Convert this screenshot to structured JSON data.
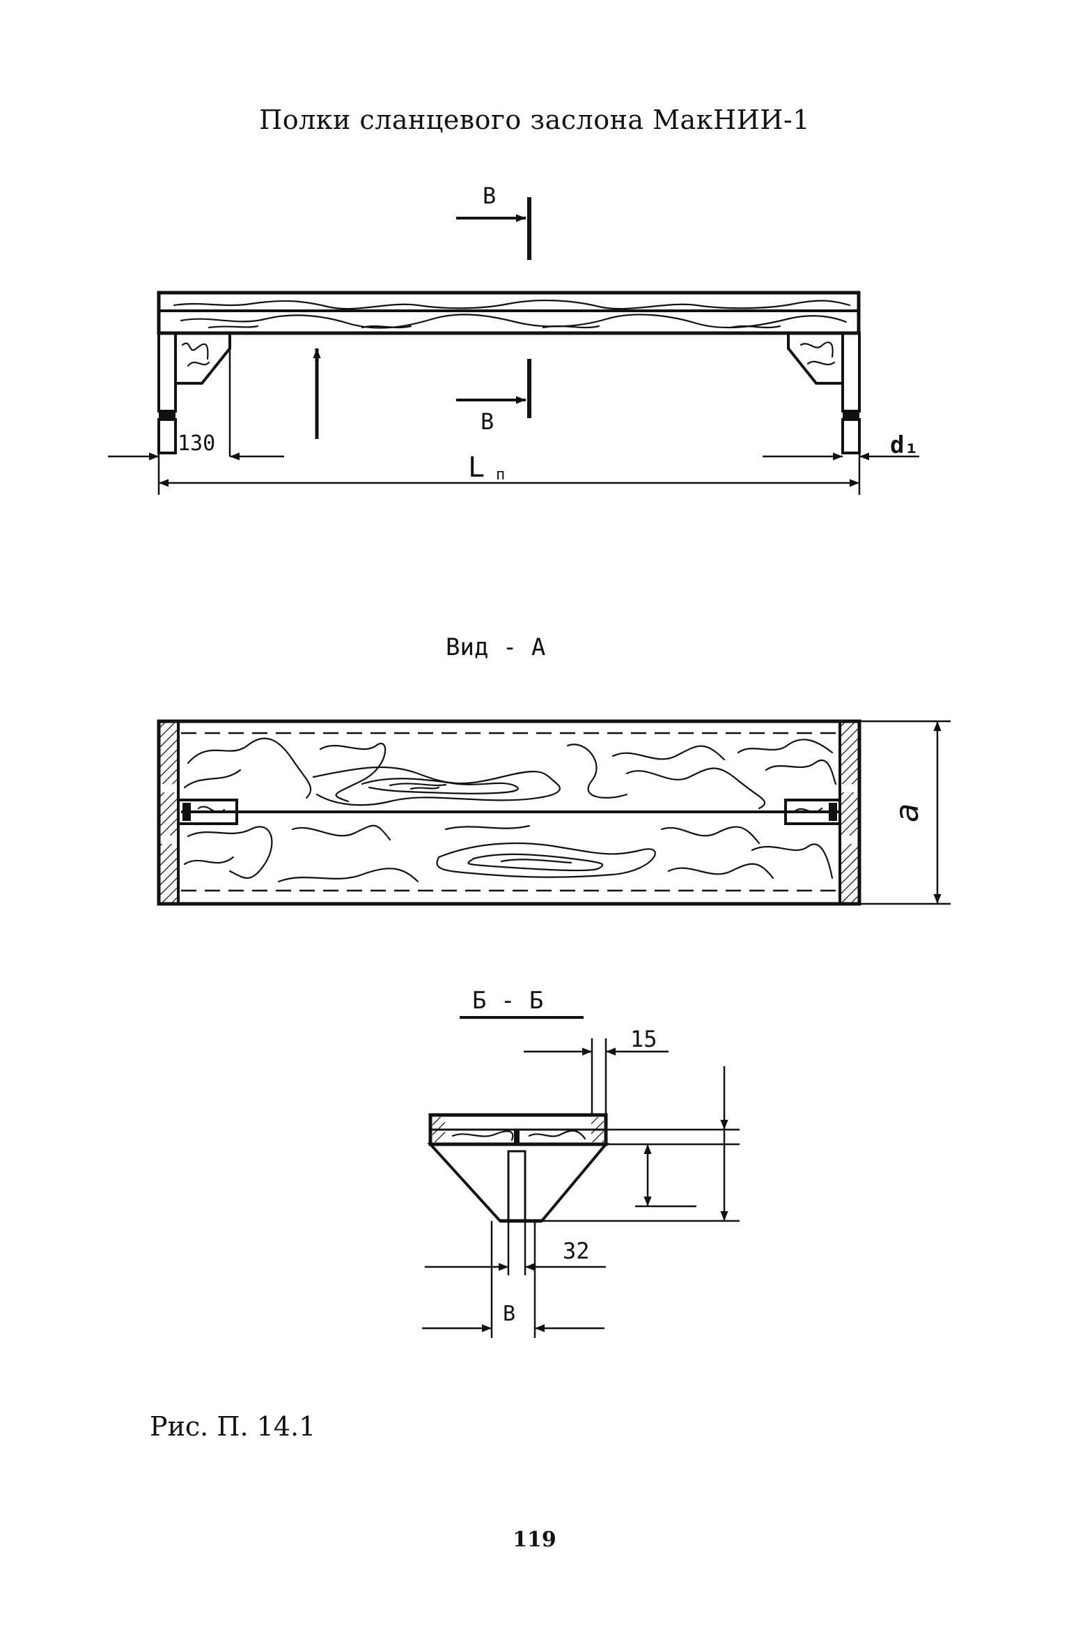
{
  "title": "Полки сланцевого заслона МакНИИ-1",
  "caption": "Рис. П. 14.1",
  "page_number": "119",
  "top_view": {
    "section_mark_top": "В",
    "section_mark_bottom": "В",
    "dim_130": "130",
    "dim_length": "L",
    "dim_length_sub": "п",
    "dim_d1": "d₁"
  },
  "view_a": {
    "label": "Вид - А",
    "dim_a": "a"
  },
  "section_bb": {
    "label": "Б - Б",
    "dim_15": "15",
    "dim_32": "32",
    "dim_b": "В"
  }
}
